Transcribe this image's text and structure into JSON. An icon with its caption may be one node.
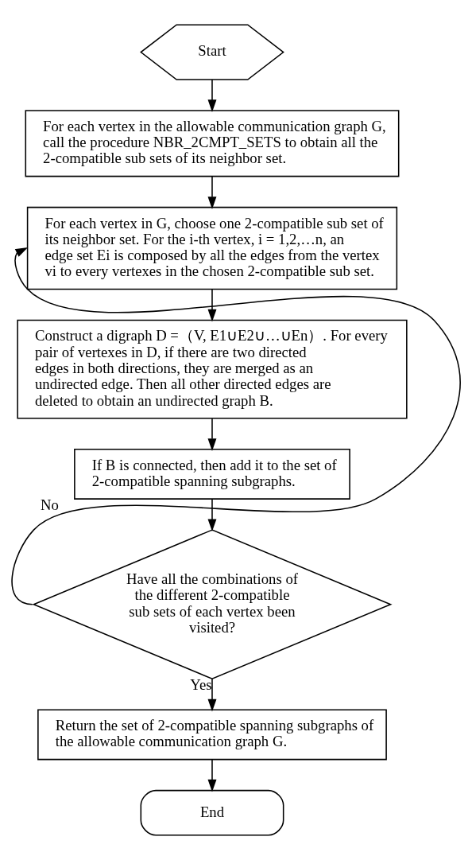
{
  "diagram": {
    "nodes": [
      {
        "text": [
          "Start"
        ]
      },
      {
        "text": [
          "For each vertex in the allowable communication graph G, call the procedure NBR_2CMPT_SETS to obtain all the 2-compatible sub sets of its neighbor set."
        ]
      },
      {
        "text": [
          "For each vertex in G, choose one 2-compatible sub set of its neighbor set. For the i-th vertex, i = 1,2,…n, an edge set Ei is composed by all the edges from the vertex vi to every vertexes in the chosen 2-compatible sub set."
        ]
      },
      {
        "text": [
          "Construct a digraph D =（V, E1∪E2∪…∪En）. For every pair of vertexes in D, if there are two directed edges in both directions, they are merged as an undirected edge. Then all other directed edges are deleted to obtain an undirected graph B."
        ]
      },
      {
        "text": [
          "If B is connected, then add it to the set of 2-compatible spanning subgraphs."
        ]
      },
      {
        "text": [
          "Have all the combinations of the different 2-compatible sub sets of each vertex been visited?"
        ]
      },
      {
        "text": [
          "Return the set of 2-compatible spanning subgraphs of the allowable communication graph G."
        ]
      },
      {
        "text": [
          "End"
        ]
      }
    ],
    "edges": [
      {
        "from": 0,
        "to": 1,
        "arrow": "to"
      },
      {
        "from": 1,
        "to": 2,
        "arrow": "to"
      },
      {
        "from": 2,
        "to": 3,
        "arrow": "to"
      },
      {
        "from": 3,
        "to": 4,
        "arrow": "to"
      },
      {
        "from": 4,
        "to": 5,
        "arrow": "to"
      },
      {
        "from": 5,
        "to": 2,
        "label": "No",
        "arrow": "to"
      },
      {
        "from": 5,
        "to": 6,
        "label": "Yes",
        "arrow": "to"
      },
      {
        "from": 6,
        "to": 7,
        "arrow": "to"
      }
    ]
  }
}
